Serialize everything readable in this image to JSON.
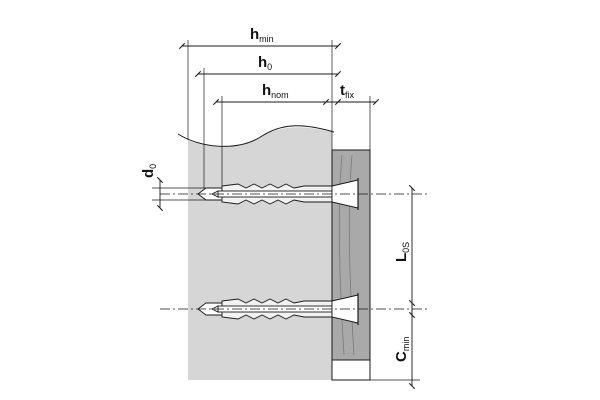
{
  "diagram": {
    "labels": {
      "h_min": {
        "main": "h",
        "sub": "min"
      },
      "h_0": {
        "main": "h",
        "sub": "0"
      },
      "h_nom": {
        "main": "h",
        "sub": "nom"
      },
      "t_fix": {
        "main": "t",
        "sub": "fix"
      },
      "d_0": {
        "main": "d",
        "sub": "0"
      },
      "L_0S": {
        "main": "L",
        "sub": "0S"
      },
      "C_min": {
        "main": "C",
        "sub": "min"
      }
    },
    "colors": {
      "concrete": "#d6d6d6",
      "fixture": "#a9a9a9",
      "line": "#1a1a1a",
      "anchor": "#f2f2f2",
      "background": "#ffffff"
    }
  }
}
